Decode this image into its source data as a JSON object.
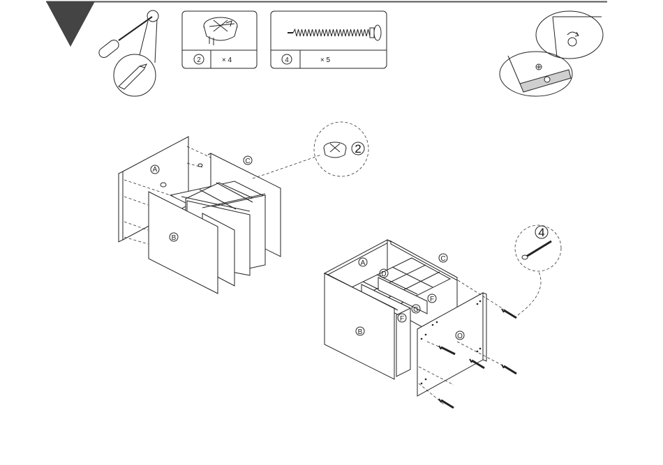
{
  "parts": {
    "cam_lock": {
      "id": "2",
      "quantity": "× 4"
    },
    "screw": {
      "id": "4",
      "quantity": "× 5"
    }
  },
  "callouts": {
    "cam_lock_id": "2",
    "screw_id": "4"
  },
  "left_assembly": {
    "labels": {
      "a": "A",
      "b": "B",
      "c": "C"
    }
  },
  "right_assembly": {
    "labels": {
      "a": "A",
      "b": "B",
      "c": "C",
      "d": "D",
      "f_inner": "F",
      "f_front": "F",
      "g": "G",
      "o": "O"
    }
  },
  "colors": {
    "ink": "#222222",
    "banner": "#444444",
    "particle_board": "#cfcfcf"
  },
  "icons": [
    "step-marker-icon",
    "phillips-screwdriver-icon",
    "cam-lock-icon",
    "screw-icon",
    "cam-lock-orientation-icon"
  ]
}
